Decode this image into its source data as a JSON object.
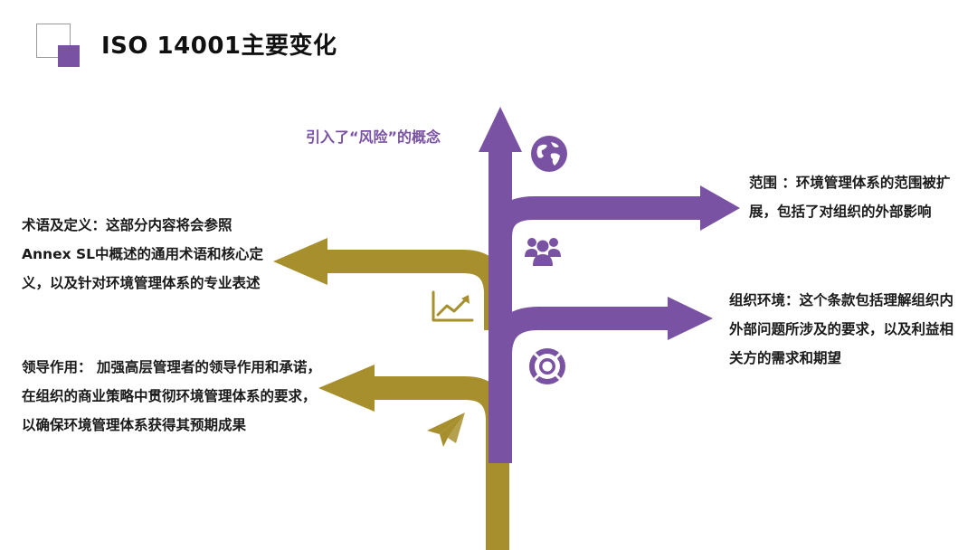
{
  "title": "ISO 14001主要变化",
  "risk": {
    "text": "引入了“风险”的概念"
  },
  "blocks": {
    "scope": {
      "label": "范围 ：",
      "text": "环境管理体系的范围被扩展，包括了对组织的外部影响"
    },
    "context": {
      "label": "组织环境：",
      "text": "这个条款包括理解组织内外部问题所涉及的要求，以及利益相关方的需求和期望"
    },
    "terms": {
      "label": "术语及定义：",
      "text": "这部分内容将会参照Annex SL中概述的通用术语和核心定义，以及针对环境管理体系的专业表述"
    },
    "leadership": {
      "label": "领导作用：",
      "text": " 加强高层管理者的领导作用和承诺，在组织的商业策略中贯彻环境管理体系的要求，以确保环境管理体系获得其预期成果"
    }
  },
  "icons": {
    "globe": "globe-icon",
    "group": "group-icon",
    "lifebuoy": "lifebuoy-icon",
    "chart": "trend-chart-icon",
    "plane": "paper-plane-icon"
  },
  "colors": {
    "purple": "#7a52a3",
    "gold": "#a78f2e",
    "text": "#1a1a1a"
  }
}
